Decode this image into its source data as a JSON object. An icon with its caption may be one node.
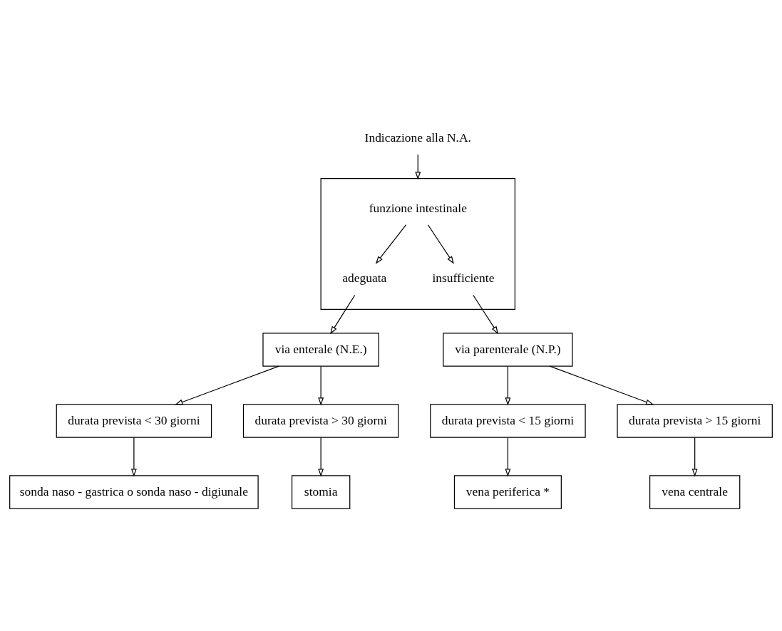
{
  "diagram": {
    "nodes": [
      {
        "text": [
          "Indicazione alla N.A."
        ]
      },
      {
        "text": [],
        "shape": "box"
      },
      {
        "text": [
          "funzione intestinale"
        ],
        "in": 1
      },
      {
        "text": [
          "adeguata"
        ],
        "in": 1
      },
      {
        "text": [
          "insufficiente"
        ],
        "in": 1
      },
      {
        "text": [
          "via enterale (N.E.)"
        ]
      },
      {
        "text": [
          "via parenterale (N.P.)"
        ]
      },
      {
        "text": [
          "durata prevista < 30 giorni"
        ]
      },
      {
        "text": [
          "durata prevista > 30 giorni"
        ]
      },
      {
        "text": [
          "durata prevista < 15 giorni"
        ]
      },
      {
        "text": [
          "durata prevista > 15 giorni"
        ]
      },
      {
        "text": [
          "sonda naso - gastrica o sonda naso - digiunale"
        ]
      },
      {
        "text": [
          "stomia"
        ]
      },
      {
        "text": [
          "vena periferica *"
        ]
      },
      {
        "text": [
          "vena centrale"
        ]
      }
    ],
    "edges": [
      {
        "from": 0,
        "to": 1,
        "arrow": "to"
      },
      {
        "from": 2,
        "to": 3,
        "arrow": "to"
      },
      {
        "from": 2,
        "to": 4,
        "arrow": "to"
      },
      {
        "from": 3,
        "to": 5,
        "arrow": "to"
      },
      {
        "from": 4,
        "to": 6,
        "arrow": "to"
      },
      {
        "from": 5,
        "to": 7,
        "arrow": "to"
      },
      {
        "from": 5,
        "to": 8,
        "arrow": "to"
      },
      {
        "from": 6,
        "to": 9,
        "arrow": "to"
      },
      {
        "from": 6,
        "to": 10,
        "arrow": "to"
      },
      {
        "from": 7,
        "to": 11,
        "arrow": "to"
      },
      {
        "from": 8,
        "to": 12,
        "arrow": "to"
      },
      {
        "from": 9,
        "to": 13,
        "arrow": "to"
      },
      {
        "from": 10,
        "to": 14,
        "arrow": "to"
      }
    ]
  }
}
